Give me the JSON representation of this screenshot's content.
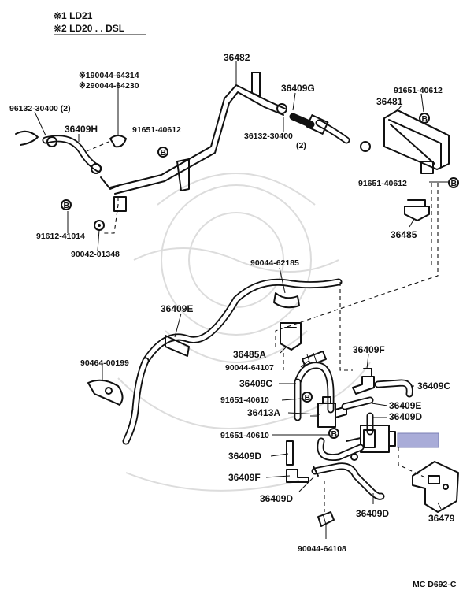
{
  "legend": {
    "line1": "※1 LD21",
    "line2": "※2 LD20 . . DSL"
  },
  "labels": {
    "p36482": "36482",
    "p36409g": "36409G",
    "p91651_40612_a": "91651-40612",
    "p36481": "36481",
    "p_note1": "※190044-64314",
    "p_note2": "※290044-64230",
    "p96132": "96132-30400 (2)",
    "p36409h": "36409H",
    "p91651_40612_b": "91651-40612",
    "p36132": "36132-30400",
    "p36132_qty": "(2)",
    "p91651_40612_c": "91651-40612",
    "p91612": "91612-41014",
    "p90042": "90042-01348",
    "p36485": "36485",
    "p90044_62185": "90044-62185",
    "p36409e_a": "36409E",
    "p36485a": "36485A",
    "p90044_64107": "90044-64107",
    "p36409f_a": "36409F",
    "p90464": "90464-00199",
    "p36409c_a": "36409C",
    "p36409c_b": "36409C",
    "p91651_40610_a": "91651-40610",
    "p36409e_b": "36409E",
    "p36413a": "36413A",
    "p36409d_a": "36409D",
    "p91651_40610_b": "91651-40610",
    "p36409d_b": "36409D",
    "p36409f_b": "36409F",
    "p36409d_c": "36409D",
    "p36409d_d": "36409D",
    "p36479": "36479",
    "p90044_64108": "90044-64108",
    "diagram_code": "MC D692-C"
  },
  "bolt_mark": "B",
  "highlight_color": "#a9acd8"
}
